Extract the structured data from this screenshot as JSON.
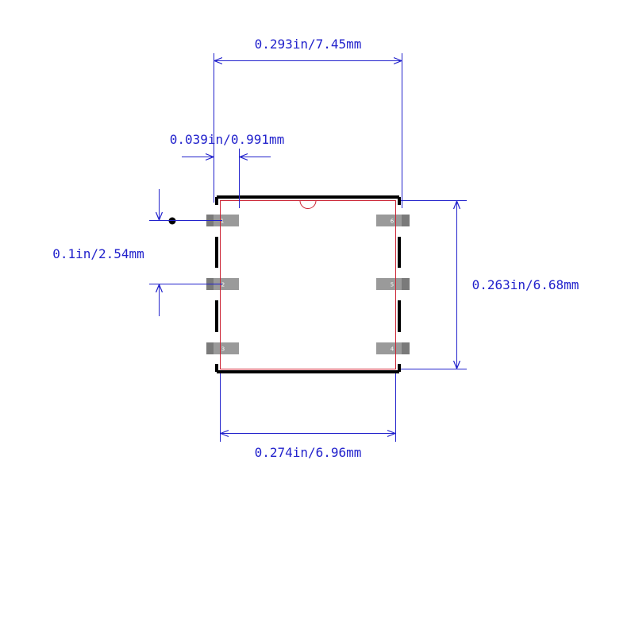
{
  "dimensions": {
    "top_width": "0.293in/7.45mm",
    "pad_width": "0.039in/0.991mm",
    "pitch": "0.1in/2.54mm",
    "height": "0.263in/6.68mm",
    "bottom_width": "0.274in/6.96mm"
  },
  "pins": [
    {
      "number": "1"
    },
    {
      "number": "2"
    },
    {
      "number": "3"
    },
    {
      "number": "4"
    },
    {
      "number": "5"
    },
    {
      "number": "6"
    }
  ],
  "colors": {
    "dimension": "#2222cc",
    "outline": "#cc2233",
    "silkscreen": "#000000",
    "pad": "#9a9a9a",
    "pad_stub": "#7a7a7a",
    "pin_label": "#ffffff"
  }
}
